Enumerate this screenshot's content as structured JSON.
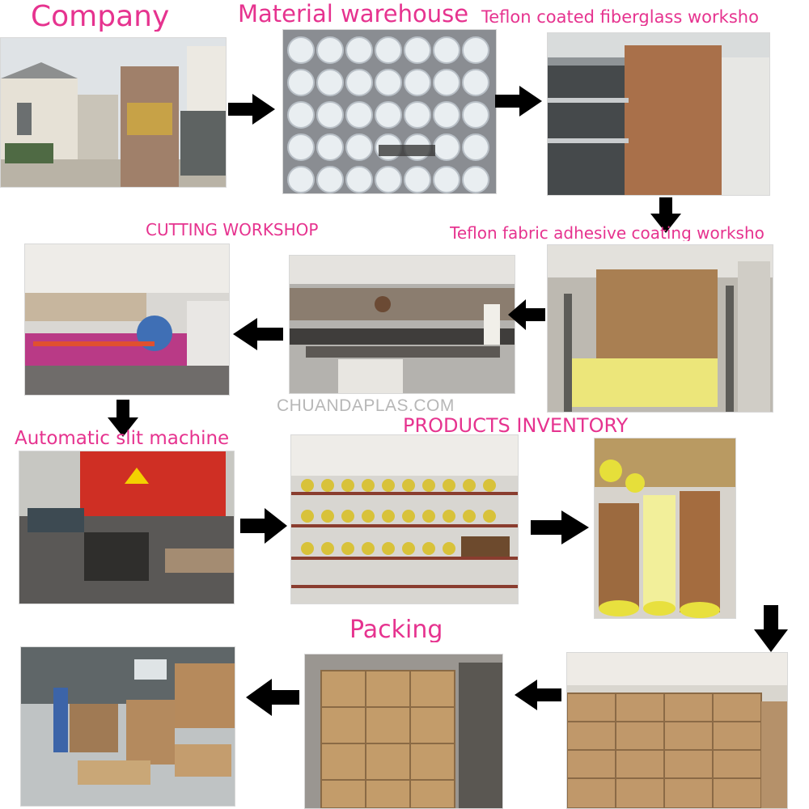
{
  "labels": {
    "company": "Company",
    "material_warehouse": "Material warehouse",
    "teflon_coated": "Teflon coated fiberglass worksho",
    "cutting_workshop": "CUTTING WORKSHOP",
    "adhesive_coating": "Teflon fabric adhesive coating worksho",
    "automatic_slit": "Automatic slit machine",
    "products_inventory": "PRODUCTS INVENTORY",
    "packing": "Packing"
  },
  "watermark": "CHUANDAPLAS.COM",
  "colors": {
    "label_pink": "#e6338f",
    "arrow": "#000000",
    "watermark": "#b7b7b7"
  },
  "flow": [
    "company-photo",
    "material-warehouse-photo",
    "teflon-coated-photo",
    "adhesive-coating-photo",
    "cutting-workshop-photo-2",
    "cutting-workshop-photo-1",
    "slit-machine-photo",
    "inventory-shelves-photo",
    "inventory-rolls-photo",
    "packing-boxes-photo-3",
    "packing-boxes-photo-2",
    "packing-pallets-photo-1"
  ]
}
